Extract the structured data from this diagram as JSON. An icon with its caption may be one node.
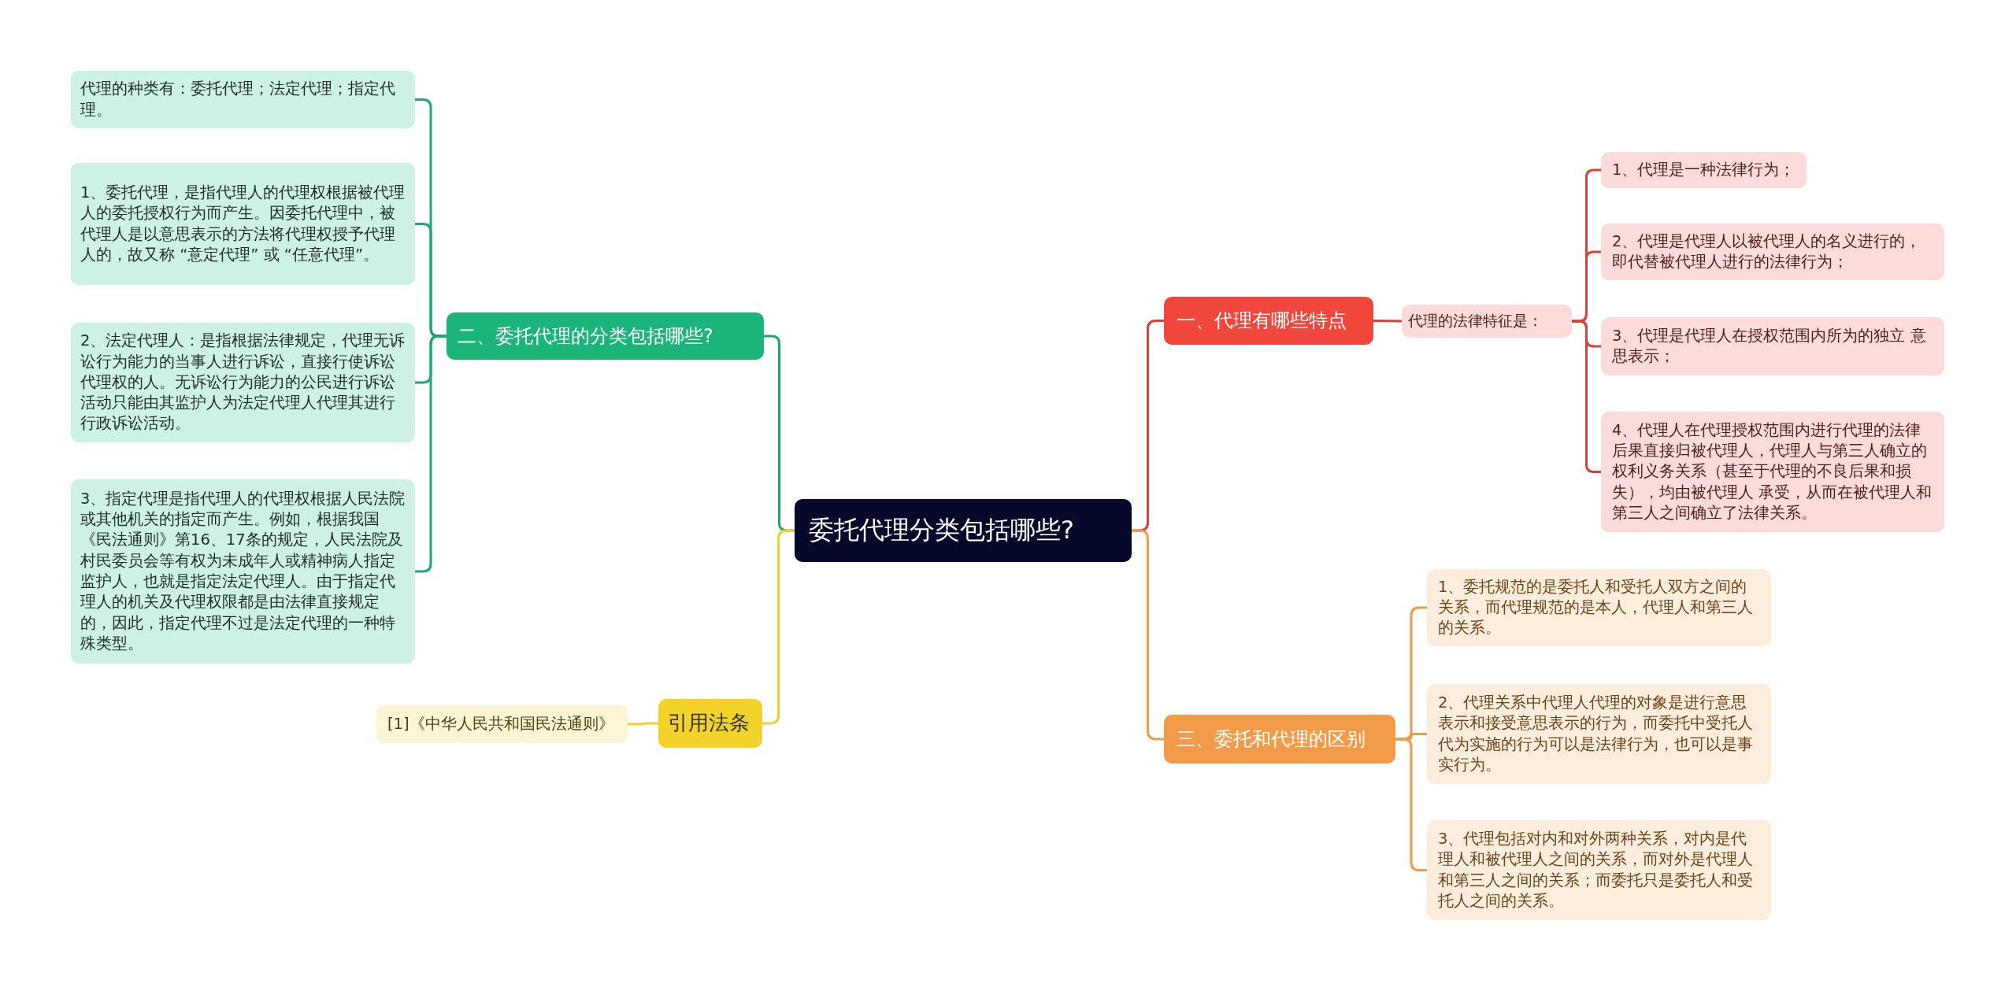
{
  "diagram": {
    "nodes": [
      {
        "text": [
          "委托代理分类包括哪些?"
        ]
      },
      {
        "text": [
          "一、代理有哪些特点"
        ]
      },
      {
        "text": [
          "代理的法律特征是："
        ]
      },
      {
        "text": [
          "1、代理是一种法律行为；"
        ]
      },
      {
        "text": [
          "2、代理是代理人以被代理人的名义进行的，即代替被代理人进行的法律行为；"
        ]
      },
      {
        "text": [
          "3、代理是代理人在授权范围内所为的独立 意思表示；"
        ]
      },
      {
        "text": [
          "4、代理人在代理授权范围内进行代理的法律后果直接归被代理人，代理人与第三人确立的权利义务关系（甚至于代理的不良后果和损失），均由被代理人 承受，从而在被代理人和第三人之间确立了法律关系。"
        ]
      },
      {
        "text": [
          "二、委托代理的分类包括哪些?"
        ]
      },
      {
        "text": [
          "代理的种类有：委托代理；法定代理；指定代理。"
        ]
      },
      {
        "text": [
          "1、委托代理，是指代理人的代理权根据被代理人的委托授权行为而产生。因委托代理中，被代理人是以意思表示的方法将代理权授予代理人的，故又称 “意定代理” 或 “任意代理”。"
        ]
      },
      {
        "text": [
          "2、法定代理人：是指根据法律规定，代理无诉讼行为能力的当事人进行诉讼，直接行使诉讼代理权的人。无诉讼行为能力的公民进行诉讼活动只能由其监护人为法定代理人代理其进行行政诉讼活动。"
        ]
      },
      {
        "text": [
          "3、指定代理是指代理人的代理权根据人民法院或其他机关的指定而产生。例如，根据我国《民法通则》第16、17条的规定，人民法院及村民委员会等有权为未成年人或精神病人指定监护人，也就是指定法定代理人。由于指定代理人的机关及代理权限都是由法律直接规定的，因此，指定代理不过是法定代理的一种特殊类型。"
        ]
      },
      {
        "text": [
          "引用法条"
        ]
      },
      {
        "text": [
          "[1]《中华人民共和国民法通则》"
        ]
      },
      {
        "text": [
          "三、委托和代理的区别"
        ]
      },
      {
        "text": [
          "1、委托规范的是委托人和受托人双方之间的关系，而代理规范的是本人，代理人和第三人的关系。"
        ]
      },
      {
        "text": [
          "2、代理关系中代理人代理的对象是进行意思表示和接受意思表示的行为，而委托中受托人代为实施的行为可以是法律行为，也可以是事实行为。"
        ]
      },
      {
        "text": [
          "3、代理包括对内和对外两种关系，对内是代理人和被代理人之间的关系，而对外是代理人和第三人之间的关系；而委托只是委托人和受托人之间的关系。"
        ]
      }
    ],
    "edges": [
      {
        "from": 0,
        "to": 1,
        "arrow": "none",
        "color": "#d4433b"
      },
      {
        "from": 1,
        "to": 2,
        "arrow": "none",
        "color": "#d4433b"
      },
      {
        "from": 2,
        "to": 3,
        "arrow": "none",
        "color": "#d4433b"
      },
      {
        "from": 2,
        "to": 4,
        "arrow": "none",
        "color": "#d4433b"
      },
      {
        "from": 2,
        "to": 5,
        "arrow": "none",
        "color": "#d4433b"
      },
      {
        "from": 2,
        "to": 6,
        "arrow": "none",
        "color": "#d4433b"
      },
      {
        "from": 0,
        "to": 7,
        "arrow": "none",
        "color": "#1ca876"
      },
      {
        "from": 7,
        "to": 8,
        "arrow": "none",
        "color": "#1ca876"
      },
      {
        "from": 7,
        "to": 9,
        "arrow": "none",
        "color": "#1ca876"
      },
      {
        "from": 7,
        "to": 10,
        "arrow": "none",
        "color": "#1ca876"
      },
      {
        "from": 7,
        "to": 11,
        "arrow": "none",
        "color": "#1ca876"
      },
      {
        "from": 0,
        "to": 12,
        "arrow": "none",
        "color": "#efcf2c"
      },
      {
        "from": 12,
        "to": 13,
        "arrow": "none",
        "color": "#efcf2c"
      },
      {
        "from": 0,
        "to": 14,
        "arrow": "none",
        "color": "#ee9c4b"
      },
      {
        "from": 14,
        "to": 15,
        "arrow": "none",
        "color": "#ee9c4b"
      },
      {
        "from": 14,
        "to": 16,
        "arrow": "none",
        "color": "#ee9c4b"
      },
      {
        "from": 14,
        "to": 17,
        "arrow": "none",
        "color": "#ee9c4b"
      }
    ]
  }
}
